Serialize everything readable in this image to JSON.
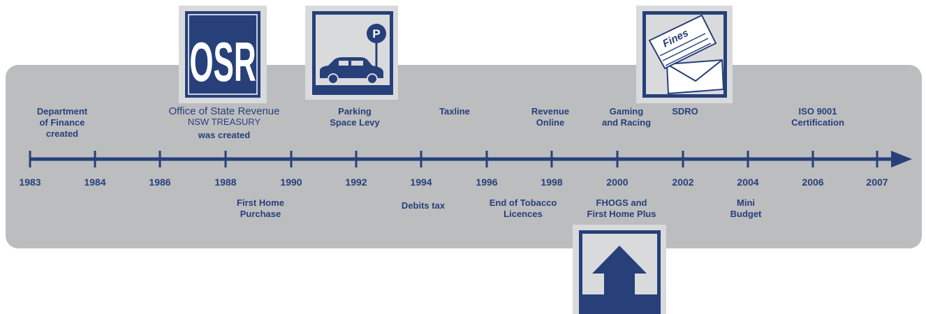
{
  "colors": {
    "navy": "#27407a",
    "panel": "#bcbdbf",
    "iconbg": "#d9dadc",
    "white": "#ffffff"
  },
  "years": [
    "1983",
    "1984",
    "1986",
    "1988",
    "1990",
    "1992",
    "1994",
    "1996",
    "1998",
    "2000",
    "2002",
    "2004",
    "2006",
    "2007"
  ],
  "osr": {
    "logo_text": "OSR",
    "line1": "Office of State Revenue",
    "line2": "NSW TREASURY",
    "line3": "was created"
  },
  "parking_sign": "P",
  "fines_text": "Fines",
  "events_above": [
    {
      "id": "dept-finance",
      "text": "Department\nof Finance\ncreated"
    },
    {
      "id": "parking-levy",
      "text": "Parking\nSpace Levy"
    },
    {
      "id": "taxline",
      "text": "Taxline"
    },
    {
      "id": "revenue-online",
      "text": "Revenue\nOnline"
    },
    {
      "id": "gaming-racing",
      "text": "Gaming\nand Racing"
    },
    {
      "id": "sdro",
      "text": "SDRO"
    },
    {
      "id": "iso",
      "text": "ISO 9001\nCertification"
    }
  ],
  "events_below": [
    {
      "id": "first-home",
      "text": "First Home\nPurchase"
    },
    {
      "id": "debits-tax",
      "text": "Debits tax"
    },
    {
      "id": "tobacco",
      "text": "End of Tobacco\nLicences"
    },
    {
      "id": "fhogs",
      "text": "FHOGS and\nFirst Home Plus"
    },
    {
      "id": "mini-budget",
      "text": "Mini\nBudget"
    }
  ],
  "icons": [
    "osr-logo-icon",
    "parking-car-icon",
    "fines-envelope-icon",
    "house-icon"
  ]
}
